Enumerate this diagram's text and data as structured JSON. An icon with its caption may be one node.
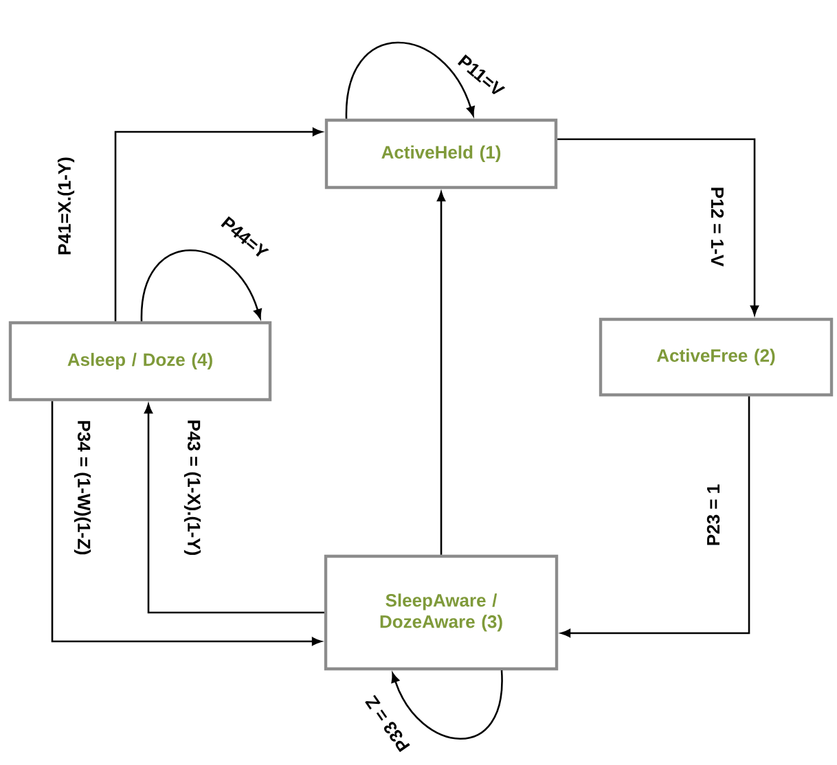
{
  "diagram": {
    "nodes": [
      {
        "text": [
          "ActiveHeld (1)"
        ]
      },
      {
        "text": [
          "ActiveFree (2)"
        ]
      },
      {
        "text": [
          "SleepAware / DozeAware (3)"
        ]
      },
      {
        "text": [
          "Asleep / Doze (4)"
        ]
      }
    ],
    "edges": [
      {
        "from": 0,
        "to": 0,
        "arrow": "to",
        "label": "P11=V"
      },
      {
        "from": 0,
        "to": 1,
        "arrow": "to",
        "label": "P12 = 1-V"
      },
      {
        "from": 1,
        "to": 2,
        "arrow": "to",
        "label": "P23 = 1"
      },
      {
        "from": 2,
        "to": 0,
        "arrow": "to"
      },
      {
        "from": 2,
        "to": 2,
        "arrow": "to",
        "label": "P33 = Z"
      },
      {
        "from": 2,
        "to": 3,
        "arrow": "to",
        "label": "P43 = (1-X).(1-Y)"
      },
      {
        "from": 3,
        "to": 2,
        "arrow": "to",
        "label": "P34 = (1-W)(1-Z)"
      },
      {
        "from": 3,
        "to": 0,
        "arrow": "to",
        "label": "P41=X.(1-Y)"
      },
      {
        "from": 3,
        "to": 3,
        "arrow": "to",
        "label": "P44=Y"
      }
    ]
  }
}
